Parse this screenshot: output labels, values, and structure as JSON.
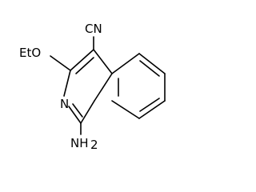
{
  "molecule": {
    "labels": {
      "cyano": "CN",
      "ethoxy": "EtO",
      "ring_nitrogen": "N",
      "amino": "NH",
      "amino_subscript": "2"
    }
  }
}
